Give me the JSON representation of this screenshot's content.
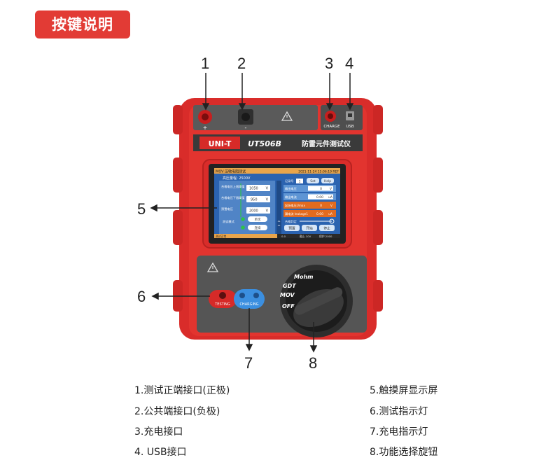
{
  "heading": "按键说明",
  "callouts": [
    "1",
    "2",
    "3",
    "4",
    "5",
    "6",
    "7",
    "8"
  ],
  "device": {
    "brand": "UNI-T",
    "model": "UT506B",
    "name": "防雷元件测试仪",
    "port_plus": "+",
    "port_minus": "-",
    "charge_label": "CHARGE",
    "usb_label": "USB",
    "testing_label": "TESTING",
    "charging_label": "CHARGING",
    "knob_positions": [
      "Mohm",
      "GDT",
      "MOV",
      "OFF"
    ]
  },
  "screen": {
    "title_left": "MOV 压敏电阻测试",
    "title_right": "2021-11-24 15:06:19 REF",
    "subtitle": "高压量程: 2500V",
    "left_rows": [
      {
        "label": "合格电压上限阈值",
        "value": "1050",
        "unit": "V"
      },
      {
        "label": "合格电压下限阈值",
        "value": "950",
        "unit": "V"
      },
      {
        "label": "预置电压",
        "value": "2000",
        "unit": "V"
      }
    ],
    "mode_label": "测试模式",
    "mode_single": "单次",
    "mode_continuous": "连续",
    "right_header": {
      "label": "记录号",
      "value": "1",
      "set": "Set",
      "help": "Help"
    },
    "right_rows": [
      {
        "label": "输出电压",
        "value": "0",
        "unit": "V"
      },
      {
        "label": "输出电流",
        "value": "0.00",
        "unit": "uA"
      },
      {
        "label": "起始电压Umax",
        "value": "0",
        "unit": "V"
      },
      {
        "label": "漏电流 leakage1",
        "value": "0.00",
        "unit": "uA"
      }
    ],
    "judge_label": "合格判定",
    "btn_preset": "预置",
    "btn_start": "开始",
    "btn_stop": "停止",
    "status_left": "测试正常",
    "status_mid": "0.0",
    "status_b": "截止 10V",
    "status_c": "保护 2000"
  },
  "legend_left": [
    "1.测试正端接口(正极)",
    "2.公共端接口(负极)",
    "3.充电接口",
    "4. USB接口"
  ],
  "legend_right": [
    "5.触摸屏显示屏",
    "6.测试指示灯",
    "7.充电指示灯",
    "8.功能选择旋钮"
  ]
}
